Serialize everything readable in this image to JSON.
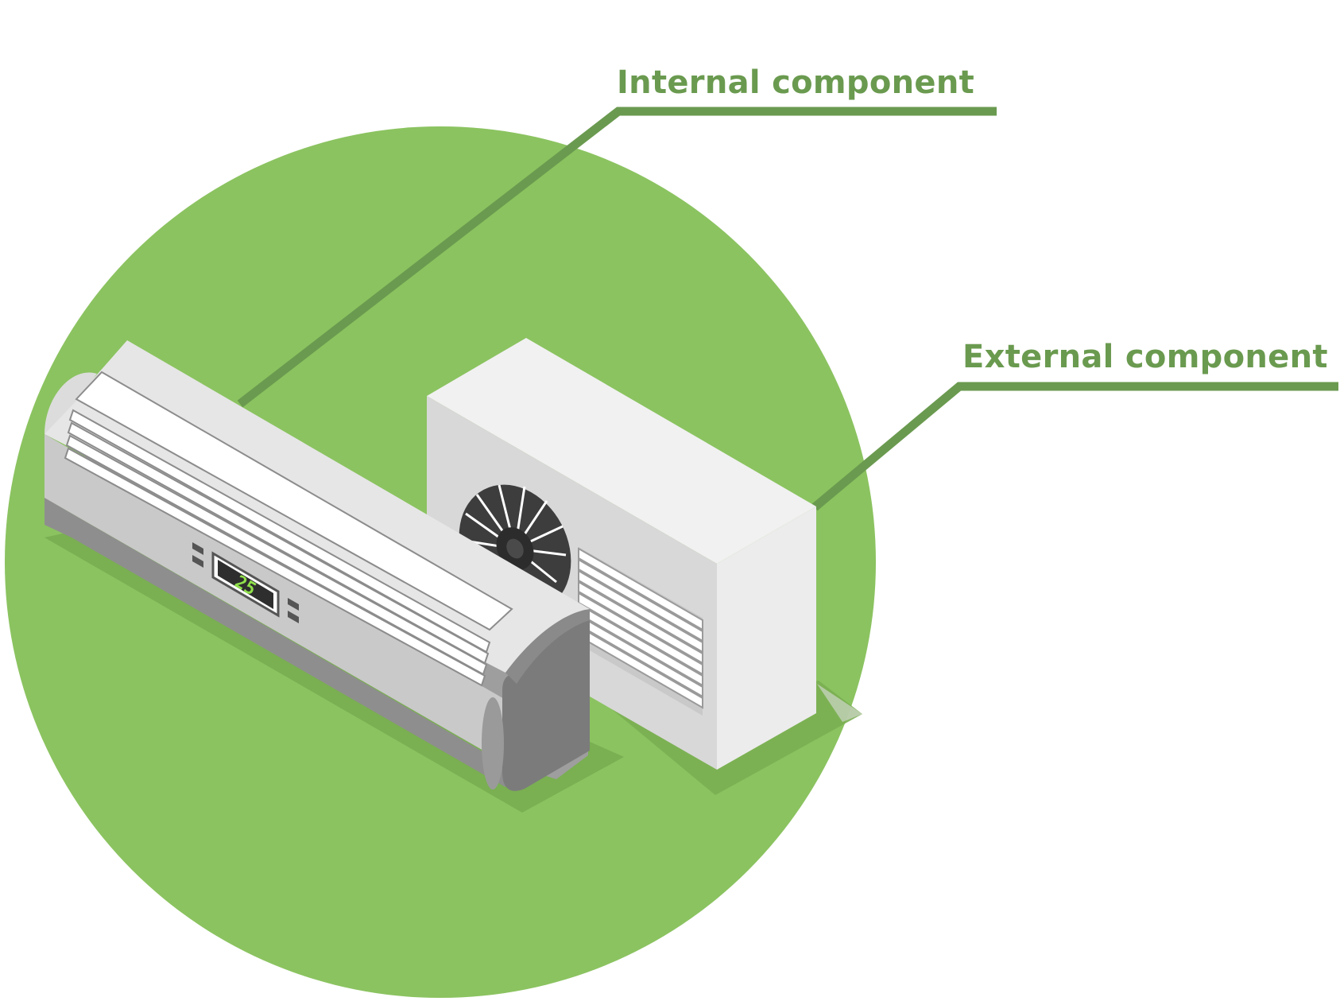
{
  "labels": {
    "internal": "Internal component",
    "external": "External component"
  },
  "display": {
    "temperature": "25"
  },
  "colors": {
    "circle": "#8bc360",
    "leader_line": "#6a9a4f",
    "label_text": "#6a9a4f",
    "display_digits": "#8fe04a"
  },
  "icons": [
    "indoor-ac-unit",
    "outdoor-condenser-unit",
    "fan-blade"
  ]
}
